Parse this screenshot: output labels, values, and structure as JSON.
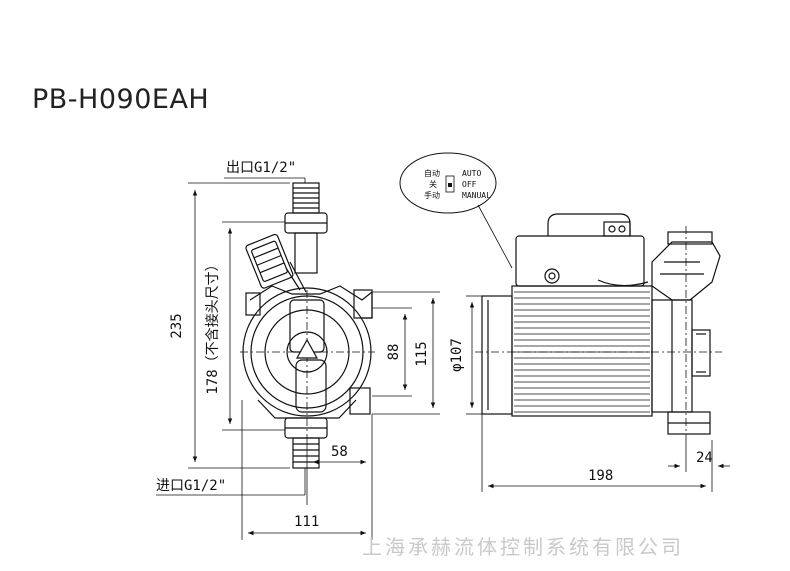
{
  "title": "PB-H090EAH",
  "watermark": "上海承赫流体控制系统有限公司",
  "ports": {
    "outlet": "出口G1/2\"",
    "inlet": "进口G1/2\""
  },
  "switch": {
    "auto_label": "自动",
    "off_label": "关",
    "manual_label": "手动",
    "auto": "AUTO",
    "off": "OFF",
    "manual": "MANUAL"
  },
  "dimensions": {
    "total_height": "235",
    "port_height": "178（不含接头尺寸）",
    "d88": "88",
    "d115": "115",
    "d58": "58",
    "d111": "111",
    "phi107": "φ107",
    "d198": "198",
    "d24": "24"
  },
  "colors": {
    "line": "#111111",
    "watermark": "#c9c9c9"
  }
}
